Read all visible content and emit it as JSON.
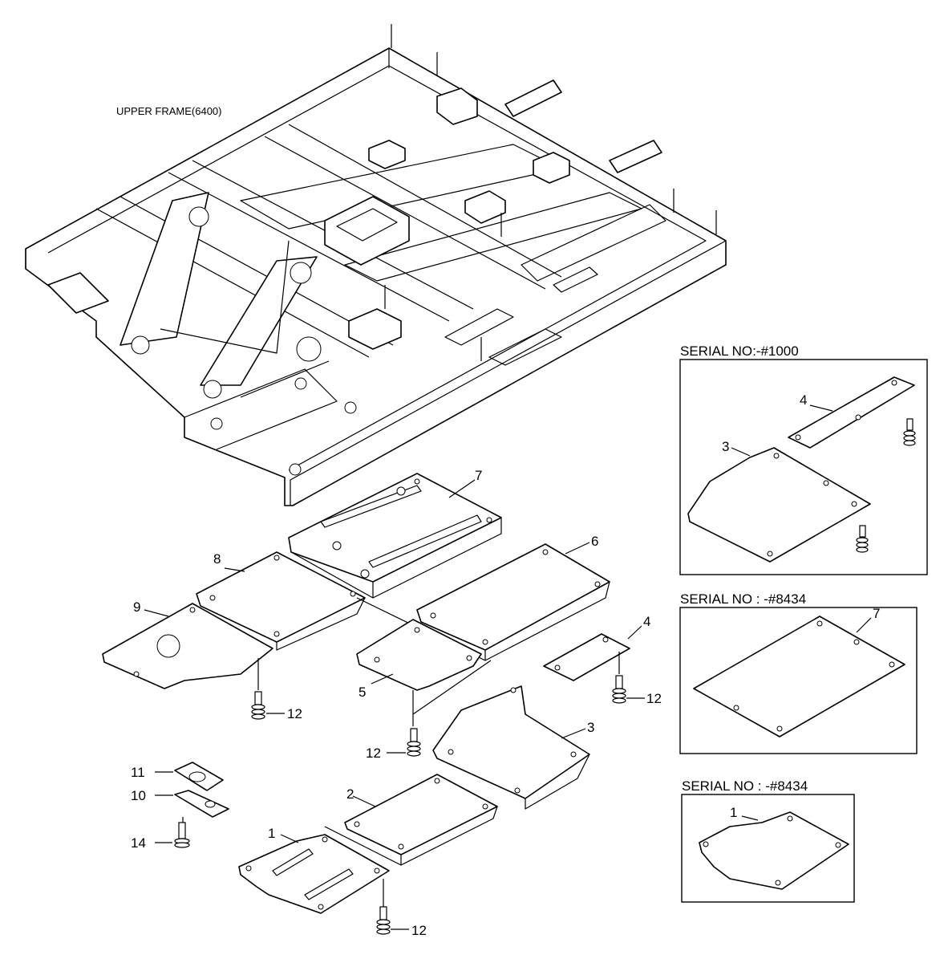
{
  "frame": {
    "title": "UPPER FRAME(6400)"
  },
  "callouts": {
    "p7": "7",
    "p8": "8",
    "p9": "9",
    "p6": "6",
    "p5": "5",
    "p4": "4",
    "p3": "3",
    "p2": "2",
    "p1": "1",
    "p11": "11",
    "p10": "10",
    "p14": "14",
    "b12a": "12",
    "b12b": "12",
    "b12c": "12",
    "b12d": "12"
  },
  "insets": [
    {
      "serial": "SERIAL NO:-#1000",
      "parts": [
        "4",
        "3"
      ]
    },
    {
      "serial": "SERIAL NO : -#8434",
      "parts": [
        "7"
      ]
    },
    {
      "serial": "SERIAL NO : -#8434",
      "parts": [
        "1"
      ]
    }
  ]
}
